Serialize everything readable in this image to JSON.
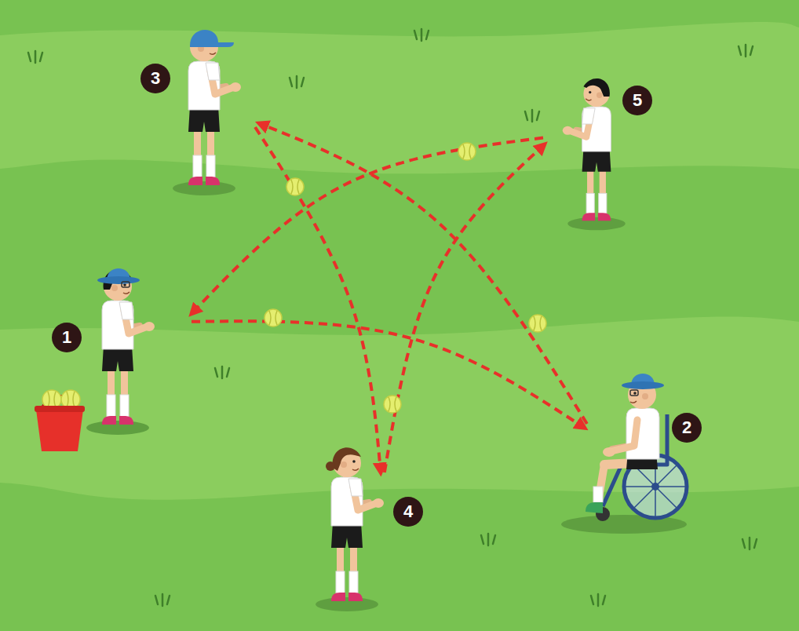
{
  "diagram": {
    "nodes": [
      {
        "text": [
          "1"
        ]
      },
      {
        "text": [
          "2"
        ]
      },
      {
        "text": [
          "3"
        ]
      },
      {
        "text": [
          "4"
        ]
      },
      {
        "text": [
          "5"
        ]
      }
    ],
    "edges": [
      {
        "from": 0,
        "to": 1,
        "arrow": "to"
      },
      {
        "from": 1,
        "to": 2,
        "arrow": "to"
      },
      {
        "from": 2,
        "to": 3,
        "arrow": "to"
      },
      {
        "from": 3,
        "to": 4,
        "arrow": "to"
      },
      {
        "from": 4,
        "to": 0,
        "arrow": "to"
      }
    ]
  }
}
